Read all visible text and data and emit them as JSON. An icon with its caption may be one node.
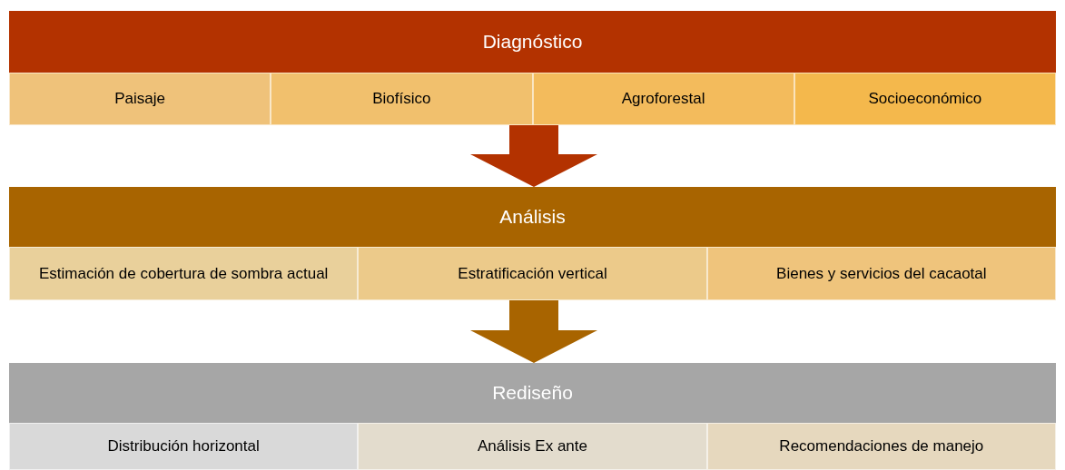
{
  "diagram": {
    "nodes": [
      {
        "text": [
          "Diagnóstico"
        ]
      },
      {
        "text": [
          "Paisaje"
        ],
        "in": 0
      },
      {
        "text": [
          "Biofísico"
        ],
        "in": 0
      },
      {
        "text": [
          "Agroforestal"
        ],
        "in": 0
      },
      {
        "text": [
          "Socioeconómico"
        ],
        "in": 0
      },
      {
        "text": [
          "Análisis"
        ]
      },
      {
        "text": [
          "Estimación de cobertura de sombra actual"
        ],
        "in": 5
      },
      {
        "text": [
          "Estratificación vertical"
        ],
        "in": 5
      },
      {
        "text": [
          "Bienes y servicios del cacaotal"
        ],
        "in": 5
      },
      {
        "text": [
          "Rediseño"
        ]
      },
      {
        "text": [
          "Distribución horizontal"
        ],
        "in": 9
      },
      {
        "text": [
          "Análisis Ex ante"
        ],
        "in": 9
      },
      {
        "text": [
          "Recomendaciones de manejo"
        ],
        "in": 9
      }
    ],
    "edges": [
      {
        "from": 0,
        "to": 5,
        "arrow": "to",
        "style": "thick",
        "color": "#b33200"
      },
      {
        "from": 5,
        "to": 9,
        "arrow": "to",
        "style": "thick",
        "color": "#a86400"
      }
    ]
  }
}
